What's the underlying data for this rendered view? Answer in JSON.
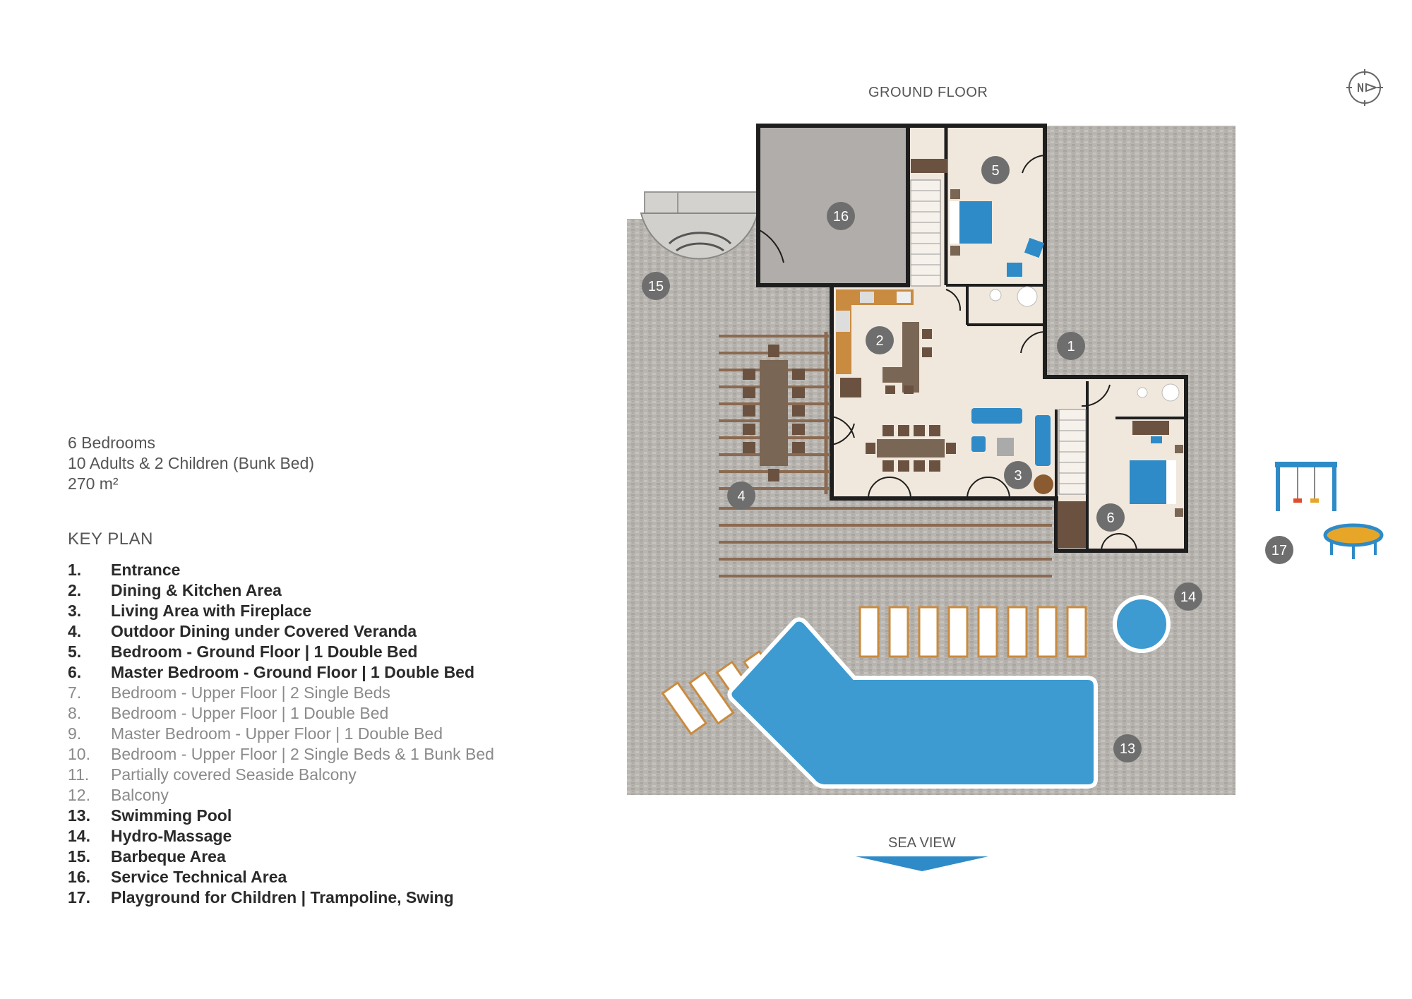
{
  "summary": {
    "bedrooms": "6 Bedrooms",
    "guests": "10 Adults & 2 Children (Bunk Bed)",
    "area": "270 m²"
  },
  "key_plan": {
    "title": "KEY PLAN",
    "items": [
      {
        "num": "1.",
        "label": "Entrance",
        "emphasis": "bold"
      },
      {
        "num": "2.",
        "label": "Dining & Kitchen Area",
        "emphasis": "bold"
      },
      {
        "num": "3.",
        "label": "Living Area with Fireplace",
        "emphasis": "bold"
      },
      {
        "num": "4.",
        "label": "Outdoor Dining under Covered Veranda",
        "emphasis": "bold"
      },
      {
        "num": "5.",
        "label": "Bedroom - Ground Floor | 1 Double Bed",
        "emphasis": "bold"
      },
      {
        "num": "6.",
        "label": "Master Bedroom - Ground Floor | 1 Double Bed",
        "emphasis": "bold"
      },
      {
        "num": "7.",
        "label": "Bedroom - Upper Floor | 2 Single Beds",
        "emphasis": "light"
      },
      {
        "num": "8.",
        "label": "Bedroom - Upper Floor | 1 Double Bed",
        "emphasis": "light"
      },
      {
        "num": "9.",
        "label": "Master Bedroom - Upper Floor | 1 Double Bed",
        "emphasis": "light"
      },
      {
        "num": "10.",
        "label": "Bedroom - Upper Floor | 2 Single Beds & 1 Bunk Bed",
        "emphasis": "light"
      },
      {
        "num": "11.",
        "label": "Partially covered Seaside Balcony",
        "emphasis": "light"
      },
      {
        "num": "12.",
        "label": "Balcony",
        "emphasis": "light"
      },
      {
        "num": "13.",
        "label": "Swimming Pool",
        "emphasis": "bold"
      },
      {
        "num": "14.",
        "label": "Hydro-Massage",
        "emphasis": "bold"
      },
      {
        "num": "15.",
        "label": "Barbeque Area",
        "emphasis": "bold"
      },
      {
        "num": "16.",
        "label": "Service Technical Area",
        "emphasis": "bold"
      },
      {
        "num": "17.",
        "label": "Playground for Children | Trampoline, Swing",
        "emphasis": "bold"
      }
    ]
  },
  "plan": {
    "floor_title": "GROUND FLOOR",
    "sea_view_label": "SEA VIEW",
    "markers": [
      "1",
      "2",
      "3",
      "4",
      "5",
      "6",
      "13",
      "14",
      "15",
      "16",
      "17"
    ],
    "compass_icon": "compass-icon",
    "colors": {
      "terrace": "#b5b2ad",
      "wall": "#1e1e1e",
      "floor": "#f1e8dd",
      "service": "#b0adaa",
      "pool": "#3d9bd1",
      "marker": "#6e6e6e",
      "furniture_blue": "#2e8bc7",
      "wood": "#7a6654"
    }
  }
}
